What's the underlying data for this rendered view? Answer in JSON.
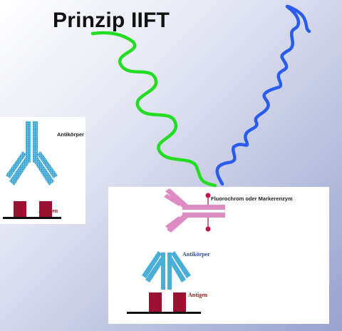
{
  "slide": {
    "title": "Prinzip IIFT"
  },
  "left_panel": {
    "antibody_label": "Antikörper",
    "antigen_label": "Antigen"
  },
  "right_panel": {
    "marker_label": "Fluorochrom oder Markerenzym",
    "antibody_label": "Antikörper",
    "antigen_label": "Antigen"
  },
  "colors": {
    "green_wave": "#22dd22",
    "blue_wave": "#2a5cf0",
    "primary_antibody": "#4aaed6",
    "secondary_antibody": "#e08cc4",
    "antigen": "#9b1030",
    "marker_dot": "#c0154a",
    "label_dark_red": "#8b1a1a",
    "label_blue": "#2b4c9c"
  }
}
